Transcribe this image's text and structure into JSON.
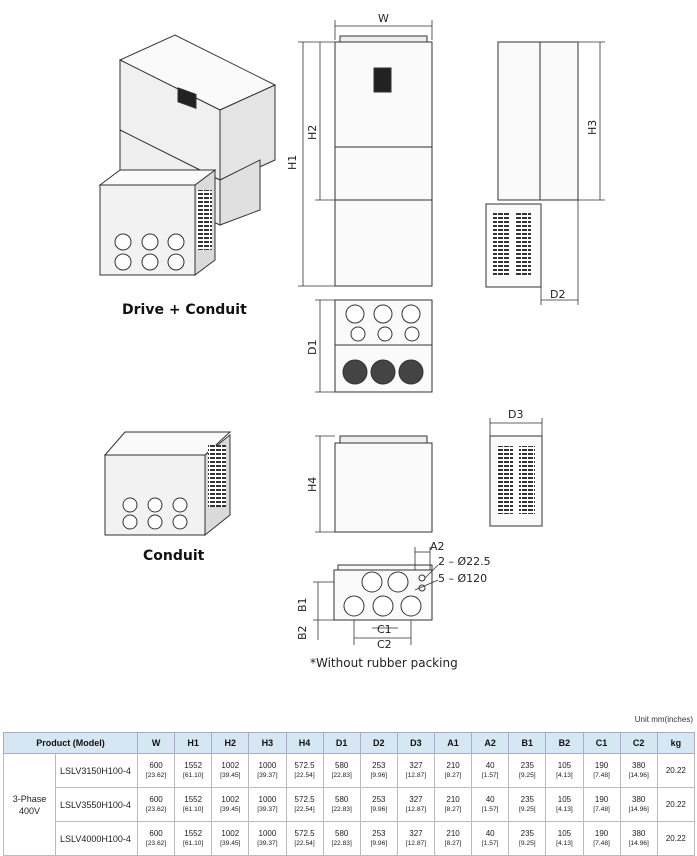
{
  "captions": {
    "drive_conduit": "Drive + Conduit",
    "conduit": "Conduit",
    "without_rubber": "*Without rubber packing"
  },
  "dims": {
    "W": "W",
    "H1": "H1",
    "H2": "H2",
    "H3": "H3",
    "H4": "H4",
    "D1": "D1",
    "D2": "D2",
    "D3": "D3",
    "A2": "A2",
    "B1": "B1",
    "B2": "B2",
    "C1": "C1",
    "C2": "C2",
    "hole_small": "2 – Ø22.5",
    "hole_large": "5 – Ø120"
  },
  "unit_label": "Unit mm(inches)",
  "table": {
    "headers": [
      "Product (Model)",
      "W",
      "H1",
      "H2",
      "H3",
      "H4",
      "D1",
      "D2",
      "D3",
      "A1",
      "A2",
      "B1",
      "B2",
      "C1",
      "C2",
      "kg"
    ],
    "phase": "3-Phase 400V",
    "rows": [
      {
        "model": "LSLV3150H100-4",
        "vals": [
          [
            "600",
            "[23.62]"
          ],
          [
            "1552",
            "[61.10]"
          ],
          [
            "1002",
            "[39.45]"
          ],
          [
            "1000",
            "[39.37]"
          ],
          [
            "572.5",
            "[22.54]"
          ],
          [
            "580",
            "[22.83]"
          ],
          [
            "253",
            "[9.96]"
          ],
          [
            "327",
            "[12.87]"
          ],
          [
            "210",
            "[8.27]"
          ],
          [
            "40",
            "[1.57]"
          ],
          [
            "235",
            "[9.25]"
          ],
          [
            "105",
            "[4.13]"
          ],
          [
            "190",
            "[7.48]"
          ],
          [
            "380",
            "[14.96]"
          ]
        ],
        "kg": "20.22"
      },
      {
        "model": "LSLV3550H100-4",
        "vals": [
          [
            "600",
            "[23.62]"
          ],
          [
            "1552",
            "[61.10]"
          ],
          [
            "1002",
            "[39.45]"
          ],
          [
            "1000",
            "[39.37]"
          ],
          [
            "572.5",
            "[22.54]"
          ],
          [
            "580",
            "[22.83]"
          ],
          [
            "253",
            "[9.96]"
          ],
          [
            "327",
            "[12.87]"
          ],
          [
            "210",
            "[8.27]"
          ],
          [
            "40",
            "[1.57]"
          ],
          [
            "235",
            "[9.25]"
          ],
          [
            "105",
            "[4.13]"
          ],
          [
            "190",
            "[7.48]"
          ],
          [
            "380",
            "[14.96]"
          ]
        ],
        "kg": "20.22"
      },
      {
        "model": "LSLV4000H100-4",
        "vals": [
          [
            "600",
            "[23.62]"
          ],
          [
            "1552",
            "[61.10]"
          ],
          [
            "1002",
            "[39.45]"
          ],
          [
            "1000",
            "[39.37]"
          ],
          [
            "572.5",
            "[22.54]"
          ],
          [
            "580",
            "[22.83]"
          ],
          [
            "253",
            "[9.96]"
          ],
          [
            "327",
            "[12.87]"
          ],
          [
            "210",
            "[8.27]"
          ],
          [
            "40",
            "[1.57]"
          ],
          [
            "235",
            "[9.25]"
          ],
          [
            "105",
            "[4.13]"
          ],
          [
            "190",
            "[7.48]"
          ],
          [
            "380",
            "[14.96]"
          ]
        ],
        "kg": "20.22"
      }
    ]
  }
}
